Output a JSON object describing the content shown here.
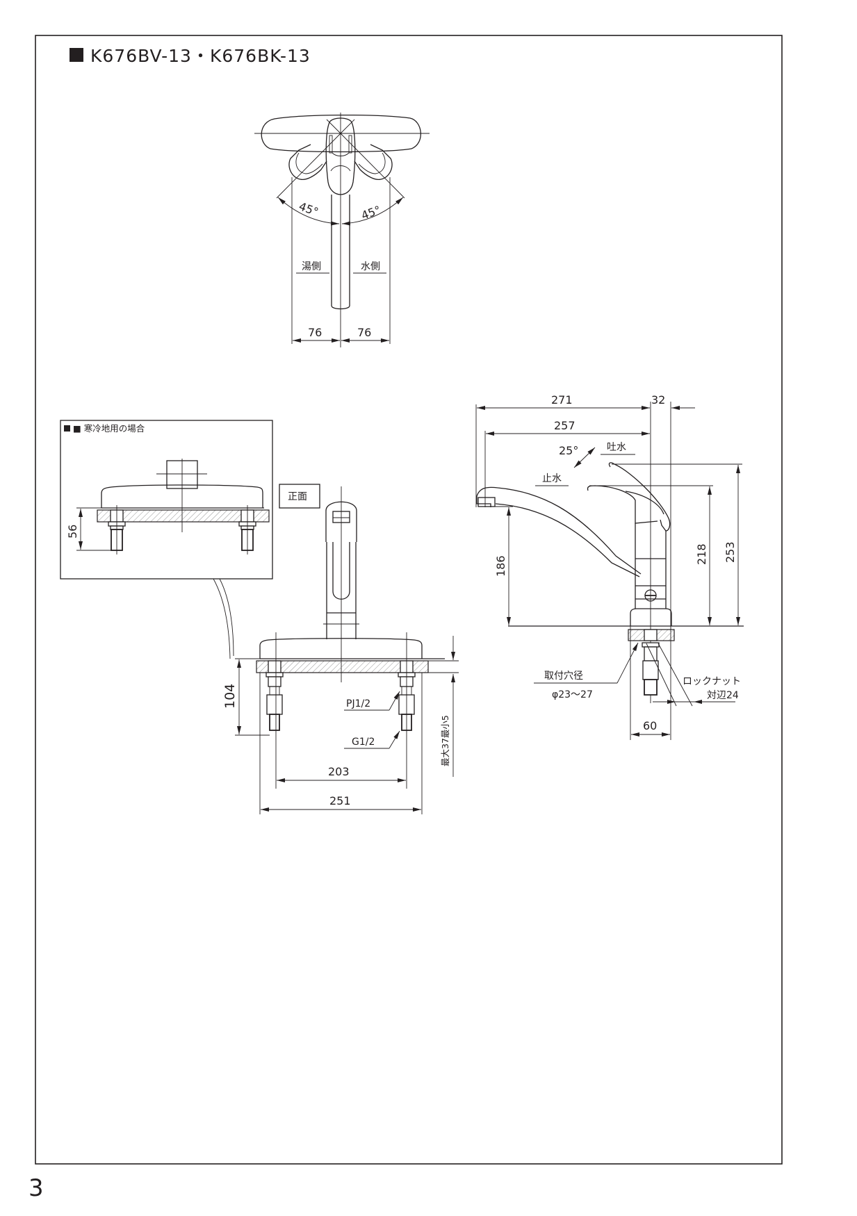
{
  "page": {
    "title": "K676BV-13・K676BK-13",
    "title_marker": "■",
    "page_number": "3"
  },
  "top_view": {
    "angle_left": "45°",
    "angle_right": "45°",
    "label_hot": "湯側",
    "label_cold": "水側",
    "dim_left": "76",
    "dim_right": "76"
  },
  "cold_region_inset": {
    "heading": "■ 寒冷地用の場合",
    "dim_height": "56"
  },
  "front_view": {
    "label": "正面",
    "dim_height": "104",
    "dim_inner_width": "203",
    "dim_outer_width": "251",
    "thread_upper": "PJ1/2",
    "thread_lower": "G1/2",
    "deck_thickness": "最大37最小5"
  },
  "side_view": {
    "dim_reach_total": "271",
    "dim_offset": "32",
    "dim_reach_spout": "257",
    "lever_angle": "25°",
    "label_flow": "吐水",
    "label_stop": "止水",
    "dim_spout_height": "186",
    "dim_lever_low": "218",
    "dim_lever_high": "253",
    "mount_hole_label": "取付穴径",
    "mount_hole_value": "φ23～27",
    "locknut_label": "ロックナット",
    "locknut_value": "対辺24",
    "dim_base_width": "60"
  }
}
